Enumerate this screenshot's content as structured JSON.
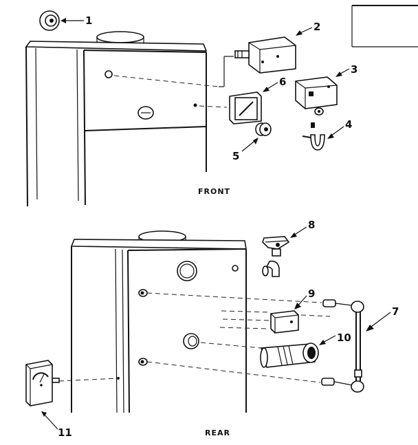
{
  "diagram": {
    "captions": {
      "front": "FRONT",
      "rear": "REAR"
    },
    "callouts": [
      "1",
      "2",
      "3",
      "4",
      "5",
      "6",
      "7",
      "8",
      "9",
      "10",
      "11"
    ]
  }
}
